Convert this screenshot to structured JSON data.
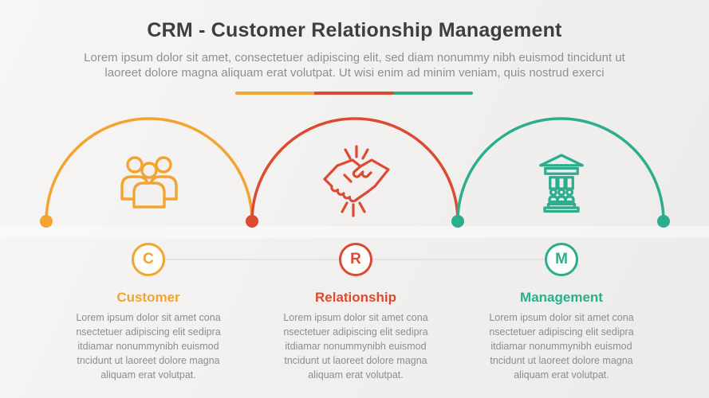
{
  "header": {
    "title": "CRM - Customer Relationship Management",
    "subtitle": "Lorem ipsum dolor sit amet, consectetuer adipiscing elit, sed diam nonummy nibh euismod tincidunt ut\nlaoreet dolore magna aliquam erat volutpat. Ut wisi enim ad minim veniam, quis nostrud exerci"
  },
  "palette": {
    "yellow": "#F2A431",
    "red": "#DB4A32",
    "teal": "#2CAE8E",
    "title_text": "#3e3e3e",
    "body_text": "#8d8d8d",
    "connector_line": "#e4e3e1",
    "background": "#f2f1ef"
  },
  "divider": {
    "segment_colors": [
      "#F2A431",
      "#DB4A32",
      "#2CAE8E"
    ]
  },
  "items": [
    {
      "id": "customer",
      "letter": "C",
      "title": "Customer",
      "color": "#F2A431",
      "icon": "people-group-icon",
      "body": "Lorem ipsum dolor sit amet cona\nnsectetuer adipiscing elit sedipra\nitdiamar nonummynibh euismod\ntncidunt ut laoreet dolore magna\naliquam erat volutpat."
    },
    {
      "id": "relationship",
      "letter": "R",
      "title": "Relationship",
      "color": "#DB4A32",
      "icon": "handshake-icon",
      "body": "Lorem ipsum dolor sit amet cona\nnsectetuer adipiscing elit sedipra\nitdiamar nonummynibh euismod\ntncidunt ut laoreet dolore magna\naliquam erat volutpat."
    },
    {
      "id": "management",
      "letter": "M",
      "title": "Management",
      "color": "#2CAE8E",
      "icon": "building-icon",
      "body": "Lorem ipsum dolor sit amet cona\nnsectetuer adipiscing elit sedipra\nitdiamar nonummynibh euismod\ntncidunt ut laoreet dolore magna\naliquam erat volutpat."
    }
  ]
}
